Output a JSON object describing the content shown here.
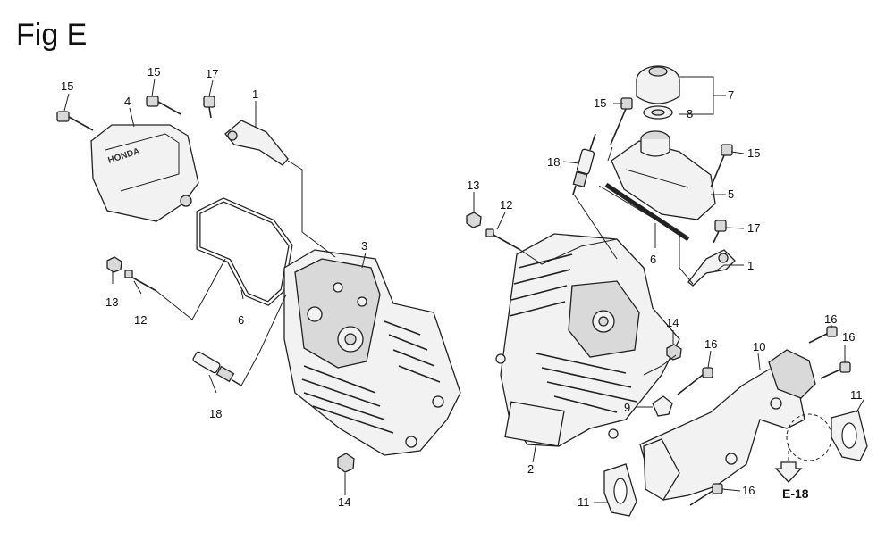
{
  "figure": {
    "title": "Fig E",
    "reference": "E-18"
  },
  "callouts": {
    "left_cover_bolt": "15",
    "left_cover_bolt_top": "15",
    "left_head_cover": "4",
    "left_plate_bolt": "17",
    "left_plate": "1",
    "left_head": "3",
    "left_nut": "13",
    "left_stud": "12",
    "left_gasket": "6",
    "left_spark_plug": "18",
    "left_bottom_nut": "14",
    "right_cap": "7",
    "right_cap_seal": "8",
    "right_cover_bolt_top": "15",
    "right_cover_bolt_right": "15",
    "right_spark_plug": "18",
    "right_head_cover": "5",
    "right_plate_bolt": "17",
    "right_plate": "1",
    "right_nut": "13",
    "right_stud": "12",
    "right_gasket": "6",
    "right_head": "2",
    "right_nut_small": "14",
    "manifold_bolt_a": "16",
    "manifold_bolt_b": "16",
    "manifold_bolt_c": "16",
    "manifold_bolt_d": "16",
    "manifold": "10",
    "manifold_gasket_right": "11",
    "manifold_gasket_left": "11",
    "clip": "9"
  }
}
